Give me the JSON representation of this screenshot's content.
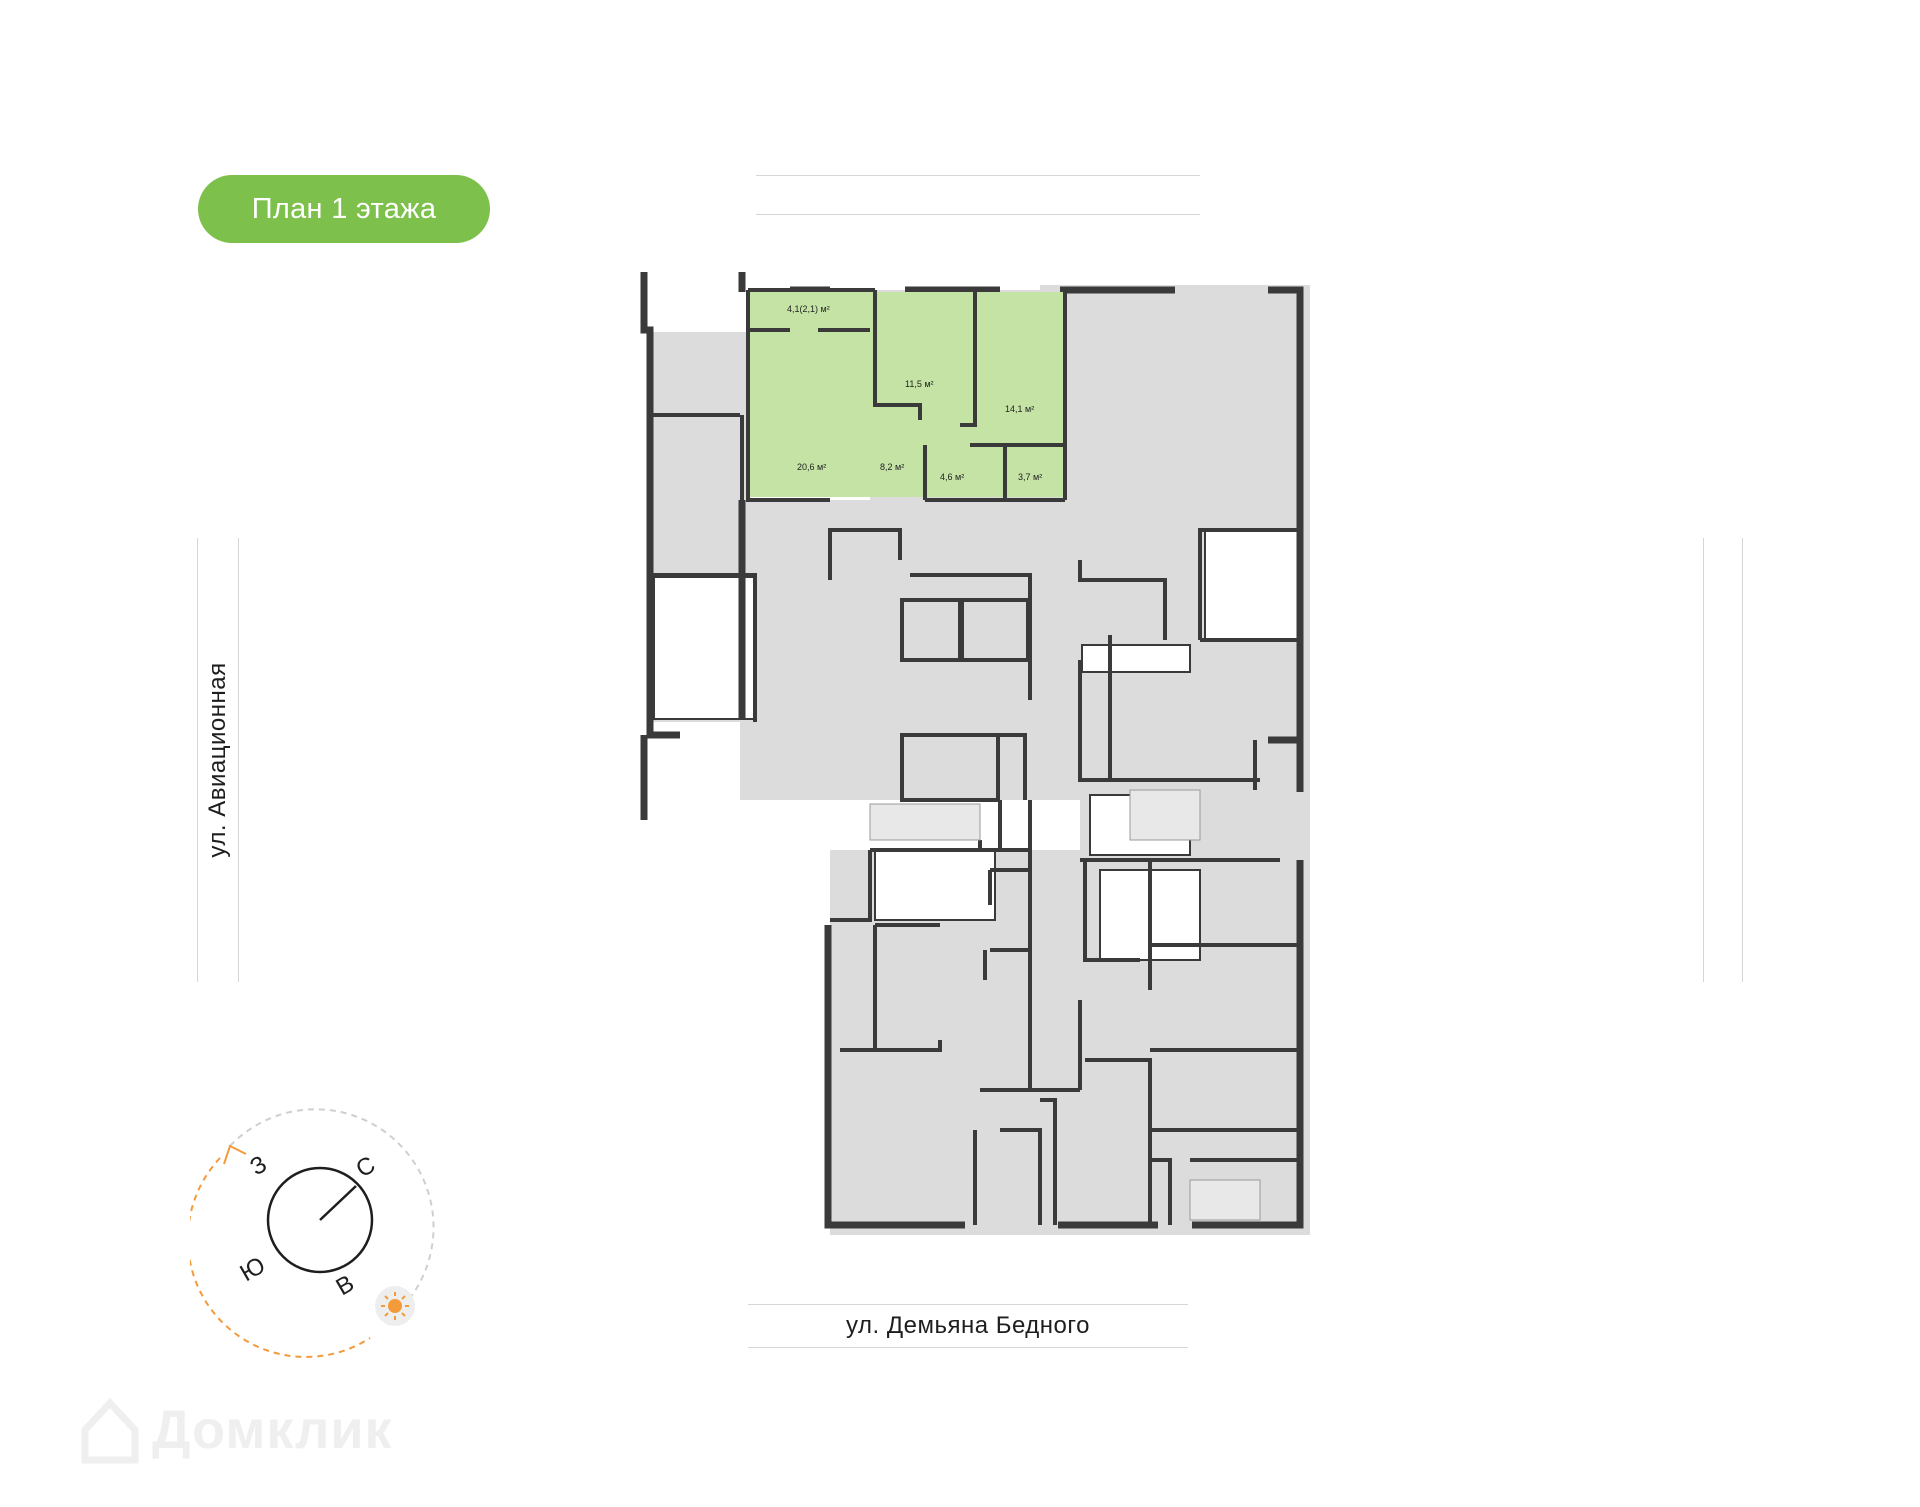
{
  "title": "План 1 этажа",
  "streets": {
    "bottom": "ул. Демьяна Бедного",
    "left": "ул. Авиационная"
  },
  "apartment": {
    "rooms": [
      {
        "id": "balcony",
        "label": "4,1(2,1) м²"
      },
      {
        "id": "bedroom1",
        "label": "11,5 м²"
      },
      {
        "id": "bedroom2",
        "label": "14,1 м²"
      },
      {
        "id": "kitchen-living",
        "label": "20,6 м²"
      },
      {
        "id": "hall",
        "label": "8,2 м²"
      },
      {
        "id": "bathroom",
        "label": "4,6 м²"
      },
      {
        "id": "wc",
        "label": "3,7 м²"
      }
    ],
    "highlight_color": "#c5e3a5"
  },
  "compass": {
    "north": "С",
    "south": "Ю",
    "east": "В",
    "west": "З",
    "sun_icon": "sun-icon"
  },
  "colors": {
    "accent": "#7dc04b",
    "floor": "#dcdcdc",
    "wall": "#3a3a3a",
    "compass_arc": "#f39a3b"
  },
  "watermark": "Домклик"
}
